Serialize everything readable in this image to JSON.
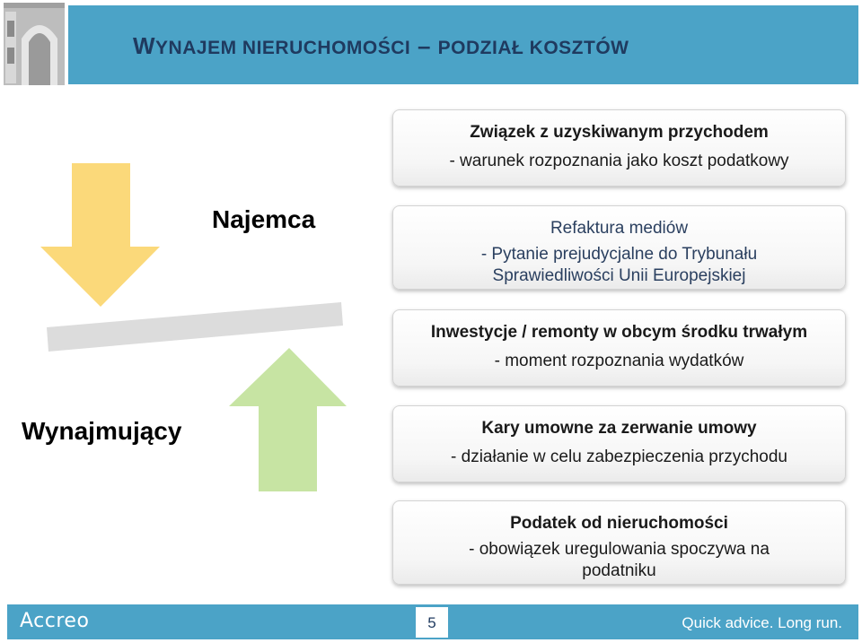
{
  "header": {
    "title_first": "W",
    "title_rest": "YNAJEM NIERUCHOMOŚCI",
    "title_dash": " – ",
    "title_second": "PODZIAŁ KOSZTÓW"
  },
  "labels": {
    "tenant": "Najemca",
    "landlord": "Wynajmujący"
  },
  "cards": [
    {
      "title": "Związek z uzyskiwanym przychodem",
      "body": "- warunek rozpoznania jako koszt podatkowy"
    },
    {
      "title": "Refaktura mediów",
      "body_line1": "- Pytanie prejudycjalne do Trybunału",
      "body_line2": "Sprawiedliwości Unii Europejskiej"
    },
    {
      "title": "Inwestycje / remonty w obcym środku trwałym",
      "body": "- moment rozpoznania wydatków"
    },
    {
      "title": "Kary umowne za zerwanie umowy",
      "body": "- działanie w celu zabezpieczenia przychodu"
    },
    {
      "title": "Podatek od nieruchomości",
      "body_line1": "- obowiązek uregulowania spoczywa na",
      "body_line2": "podatniku"
    }
  ],
  "colors": {
    "accent": "#4ba3c7",
    "arrow_down": "#fbd97a",
    "arrow_up": "#c7e4a3",
    "scale_bar": "#dcdcdc"
  },
  "footer": {
    "logo": "Accreo",
    "page_number": "5",
    "slogan": "Quick advice. Long run."
  }
}
